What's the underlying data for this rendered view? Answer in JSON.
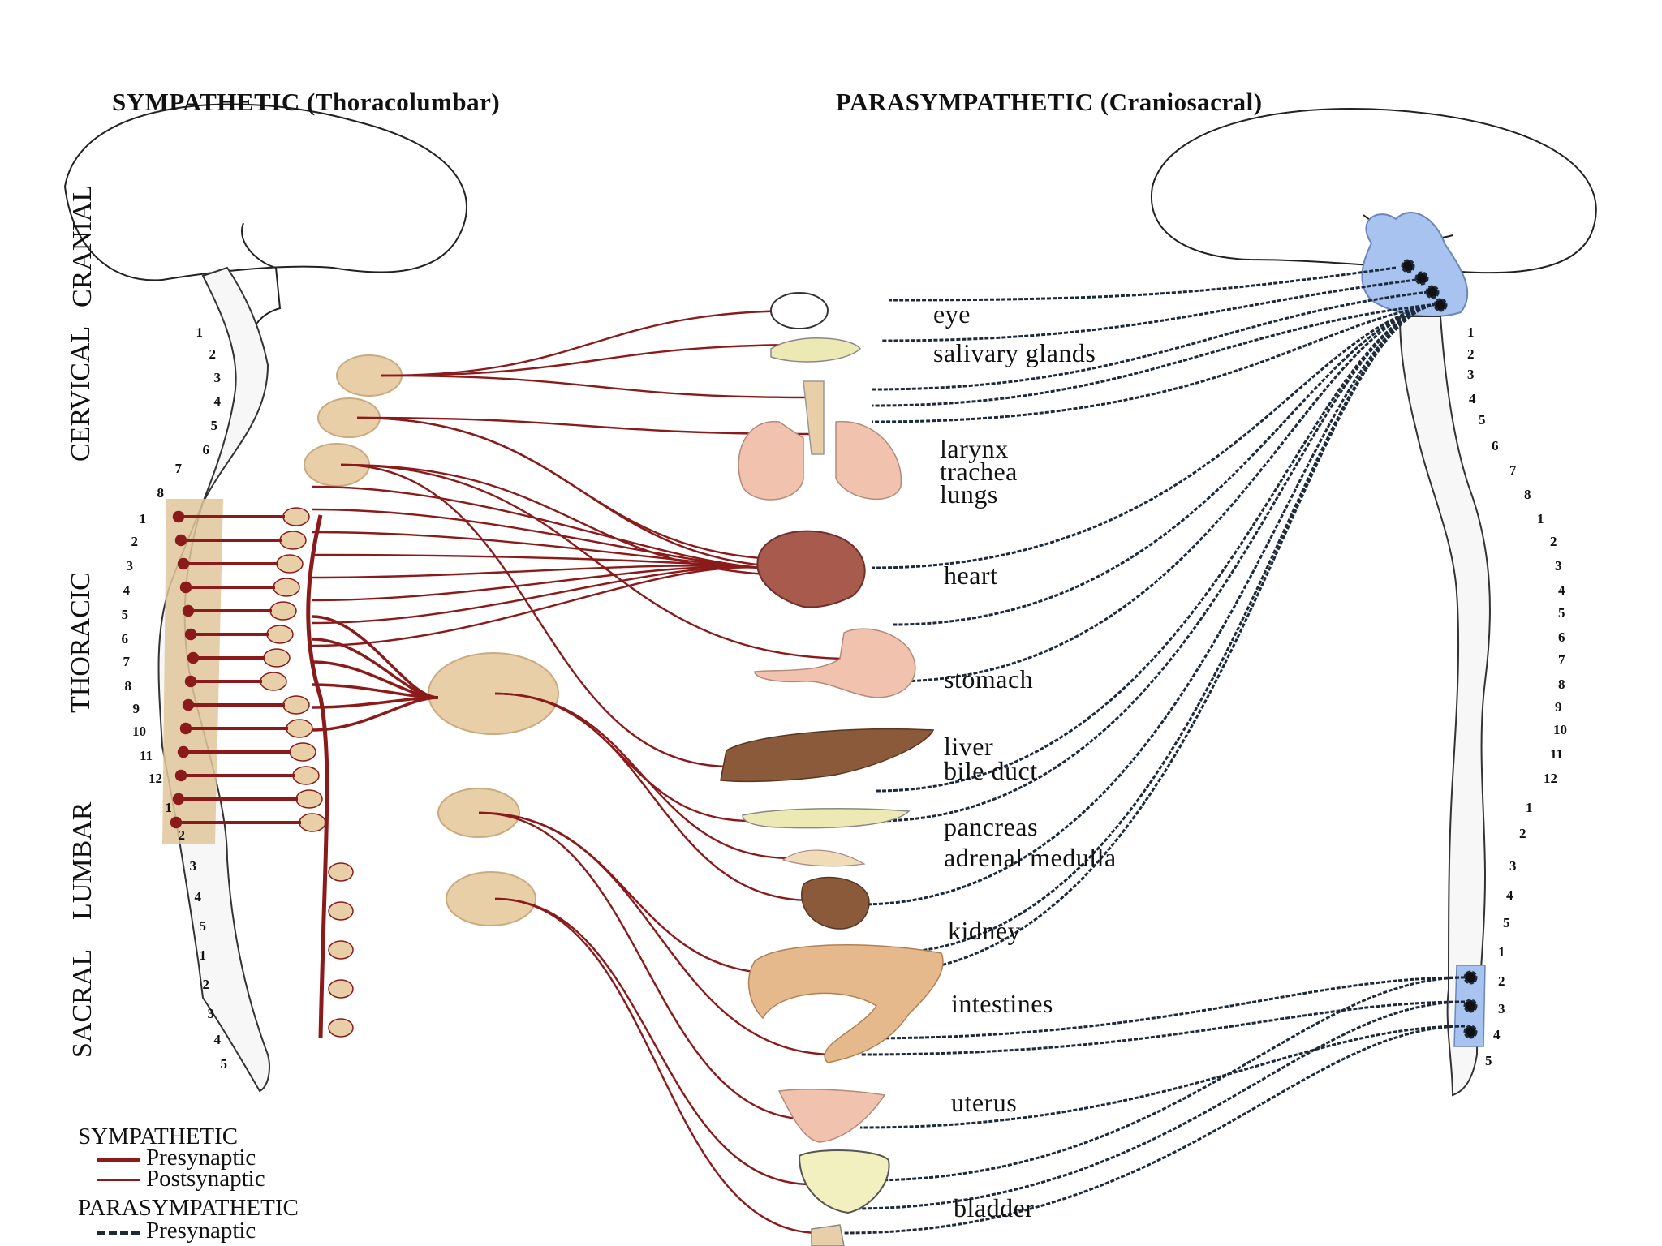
{
  "header": {
    "sympathetic": "SYMPATHETIC (Thoracolumbar)",
    "parasympathetic": "PARASYMPATHETIC (Craniosacral)"
  },
  "regions": {
    "cranial": "CRANIAL",
    "cervical": "CERVICAL",
    "thoracic": "THORACIC",
    "lumbar": "LUMBAR",
    "sacral": "SACRAL"
  },
  "organs": {
    "eye": "eye",
    "salivary": "salivary glands",
    "larynx": "larynx",
    "trachea": "trachea",
    "lungs": "lungs",
    "heart": "heart",
    "stomach": "stomach",
    "liver": "liver",
    "bile_duct": "bile duct",
    "pancreas": "pancreas",
    "adrenal": "adrenal medulla",
    "kidney": "kidney",
    "intestines": "intestines",
    "uterus": "uterus",
    "bladder": "bladder"
  },
  "vertebrae": {
    "cervical": [
      "1",
      "2",
      "3",
      "4",
      "5",
      "6",
      "7",
      "8"
    ],
    "thoracic": [
      "1",
      "2",
      "3",
      "4",
      "5",
      "6",
      "7",
      "8",
      "9",
      "10",
      "11",
      "12"
    ],
    "lumbar": [
      "1",
      "2",
      "3",
      "4",
      "5"
    ],
    "sacral": [
      "1",
      "2",
      "3",
      "4",
      "5"
    ]
  },
  "legend": {
    "sympathetic": "SYMPATHETIC",
    "sym_pre": "Presynaptic",
    "sym_post": "Postsynaptic",
    "parasympathetic": "PARASYMPATHETIC",
    "para_pre": "Presynaptic"
  },
  "colors": {
    "sympathetic_fiber": "#8b1a1a",
    "parasympathetic_fiber": "#1c2a3a",
    "ganglion": "#e8cfa8",
    "brainstem_para": "#a9c3f0",
    "heart": "#a85a4c",
    "lung": "#f1c2ad",
    "liver": "#8a5a3a"
  }
}
